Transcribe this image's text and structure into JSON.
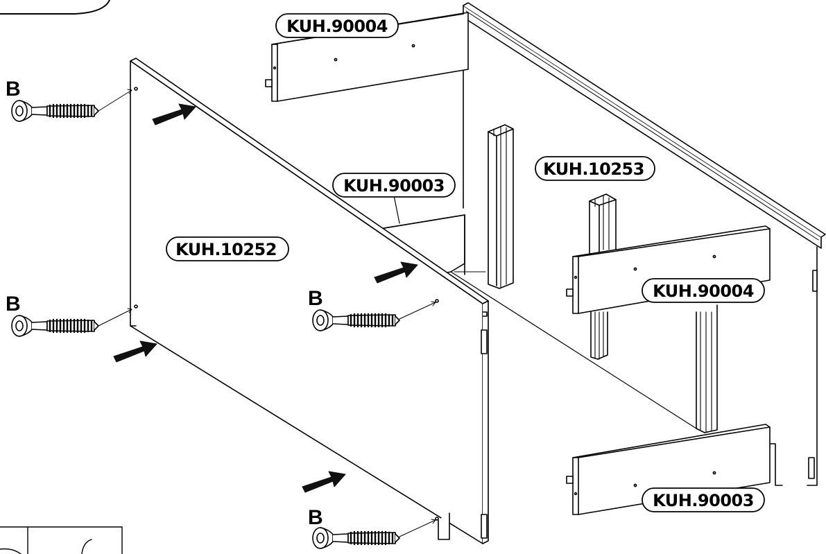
{
  "part_labels": {
    "top_back_rail": "KUH.90004",
    "center_rail": "KUH.90003",
    "right_profile": "KUH.10253",
    "side_panel": "KUH.10252",
    "right_top_rail": "KUH.90004",
    "right_bottom_rail": "KUH.90003"
  },
  "screw_labels": {
    "top_left": "B",
    "mid_left": "B",
    "center": "B",
    "bottom": "B"
  },
  "colors": {
    "line": "#000000",
    "fill": "#ffffff"
  }
}
